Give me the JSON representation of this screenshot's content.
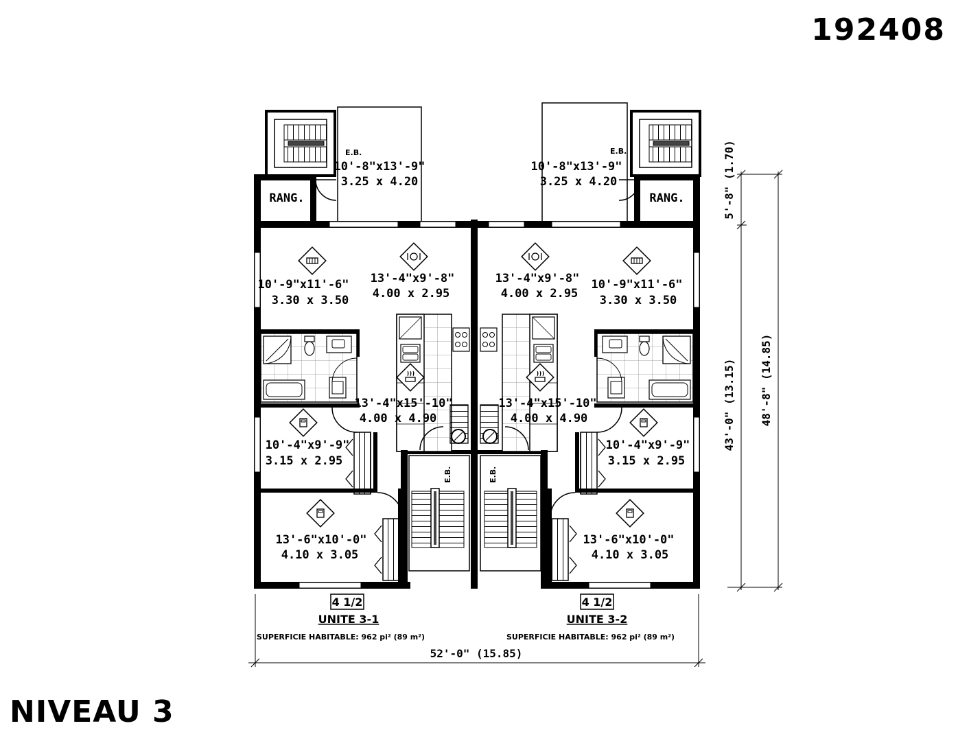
{
  "plan_number": "192408",
  "level_title": "NIVEAU 3",
  "balcony_label": "E.B.",
  "storage_label": "RANG.",
  "rooms": {
    "balcony": {
      "imperial": "10'-8\"x13'-9\"",
      "metric": "3.25 x 4.20"
    },
    "living": {
      "imperial": "10'-9\"x11'-6\"",
      "metric": "3.30 x 3.50"
    },
    "dining": {
      "imperial": "13'-4\"x9'-8\"",
      "metric": "4.00 x 2.95"
    },
    "kitchen": {
      "imperial": "13'-4\"x15'-10\"",
      "metric": "4.00 x 4.90"
    },
    "bedroom2": {
      "imperial": "10'-4\"x9'-9\"",
      "metric": "3.15 x 2.95"
    },
    "bedroom1": {
      "imperial": "13'-6\"x10'-0\"",
      "metric": "4.10 x 3.05"
    }
  },
  "units": [
    {
      "type": "4 1/2",
      "name": "UNITE 3-1",
      "area": "SUPERFICIE HABITABLE: 962 pi² (89 m²)"
    },
    {
      "type": "4 1/2",
      "name": "UNITE 3-2",
      "area": "SUPERFICIE HABITABLE: 962 pi² (89 m²)"
    }
  ],
  "dimensions": {
    "width": "52'-0\" (15.85)",
    "balcony_depth": "5'-8\" (1.70)",
    "building_depth": "43'-0\" (13.15)",
    "total_depth": "48'-8\" (14.85)"
  }
}
